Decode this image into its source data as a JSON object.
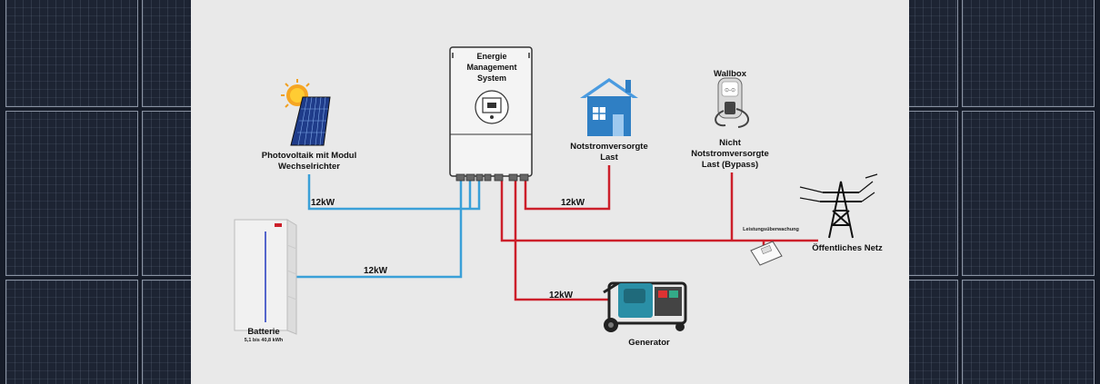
{
  "ems": {
    "line1": "Energie",
    "line2": "Management",
    "line3": "System"
  },
  "nodes": {
    "pv": {
      "line1": "Photovoltaik mit Modul",
      "line2": "Wechselrichter"
    },
    "house": {
      "line1": "Notstromversorgte",
      "line2": "Last"
    },
    "wallbox": {
      "title": "Wallbox",
      "line1": "Nicht",
      "line2": "Notstromversorgte",
      "line3": "Last (Bypass)"
    },
    "battery": {
      "title": "Batterie",
      "subtitle": "5,1 bis 40,8 kWh"
    },
    "generator": {
      "title": "Generator"
    },
    "grid": {
      "title": "Öffentliches Netz"
    },
    "meter": {
      "title": "Leistungsüberwachung"
    }
  },
  "connections": {
    "pv": "12kW",
    "battery": "12kW",
    "house": "12kW",
    "generator": "12kW"
  },
  "colors": {
    "dc_line": "#3aa0d8",
    "ac_line": "#cc1f2a",
    "house_blue": "#2f7fc4",
    "background": "#e9e9e9"
  }
}
